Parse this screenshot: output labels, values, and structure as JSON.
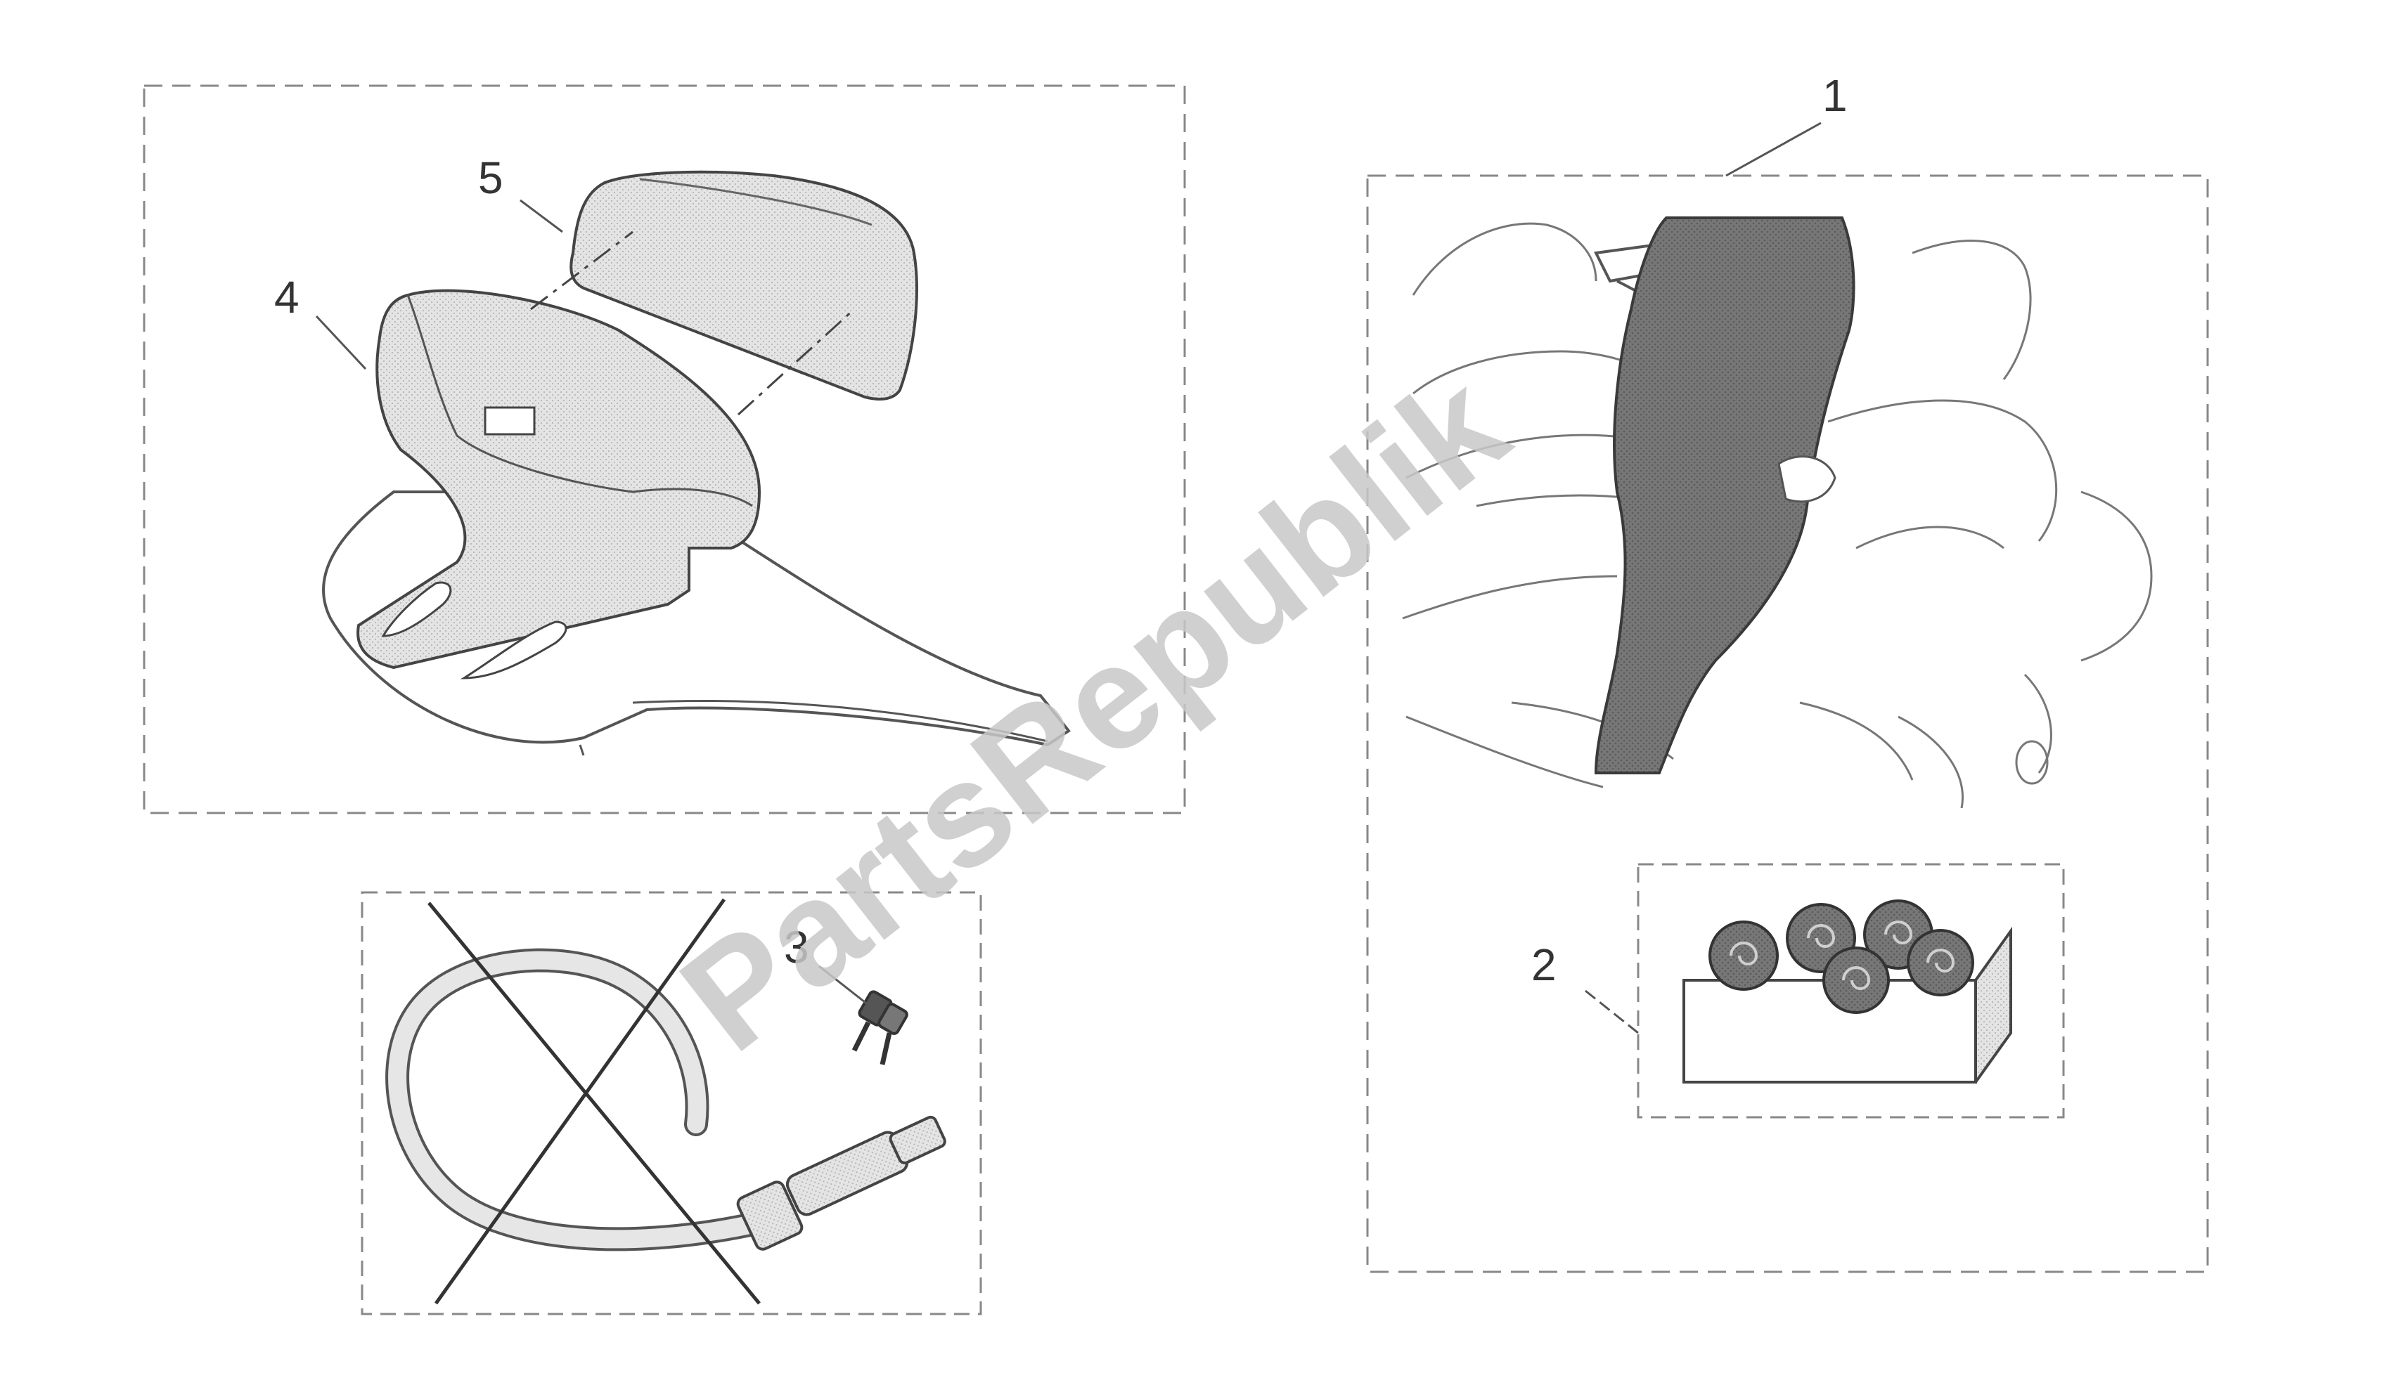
{
  "watermark": {
    "text": "PartsRepublik"
  },
  "callouts": [
    {
      "id": "1",
      "label": "1"
    },
    {
      "id": "2",
      "label": "2"
    },
    {
      "id": "3",
      "label": "3"
    },
    {
      "id": "4",
      "label": "4"
    },
    {
      "id": "5",
      "label": "5"
    }
  ],
  "colors": {
    "line": "#555555",
    "part_fill_light": "#dcdcdc",
    "part_fill_dark": "#6e6e6e",
    "watermark": "#c8c8c8"
  }
}
